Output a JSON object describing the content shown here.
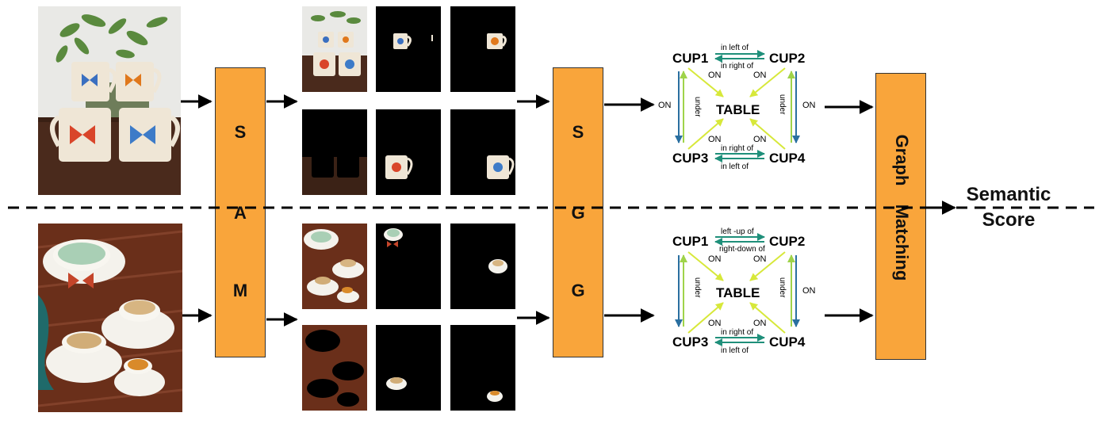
{
  "sam": {
    "letters": [
      "S",
      "A",
      "M"
    ]
  },
  "sgg": {
    "letters": [
      "S",
      "G",
      "G"
    ]
  },
  "graph_matching": {
    "label_top": "Graph",
    "label_bottom": "Matching"
  },
  "semantic_score": {
    "line1": "Semantic",
    "line2": "Score"
  },
  "graph_top": {
    "nodes": [
      "CUP1",
      "CUP2",
      "CUP3",
      "CUP4",
      "TABLE"
    ],
    "edges": {
      "top_upper": "in left of",
      "top_lower": "in right of",
      "bottom_upper": "in right of",
      "bottom_lower": "in left of",
      "left_vertical": "under",
      "right_vertical": "under",
      "diag1": "ON",
      "diag2": "ON",
      "diag3": "ON",
      "diag4": "ON",
      "side_right": "ON",
      "incoming_left": "ON"
    }
  },
  "graph_bottom": {
    "nodes": [
      "CUP1",
      "CUP2",
      "CUP3",
      "CUP4",
      "TABLE"
    ],
    "edges": {
      "top_upper": "left -up of",
      "top_lower": "right-down of",
      "bottom_upper": "in right of",
      "bottom_lower": "in left of",
      "left_vertical": "under",
      "right_vertical": "under",
      "diag1": "ON",
      "diag2": "ON",
      "diag3": "ON",
      "diag4": "ON",
      "side_right": "ON"
    }
  },
  "colors": {
    "sam_block": "#f9a53b",
    "arrow_teal": "#1f8f7a",
    "arrow_blue": "#2a6fa0",
    "arrow_yellow": "#d7e83a",
    "arrow_lime": "#9fd34a",
    "photo_wood_dark": "#4a2a1c",
    "mug_cream": "#efe6d6"
  }
}
